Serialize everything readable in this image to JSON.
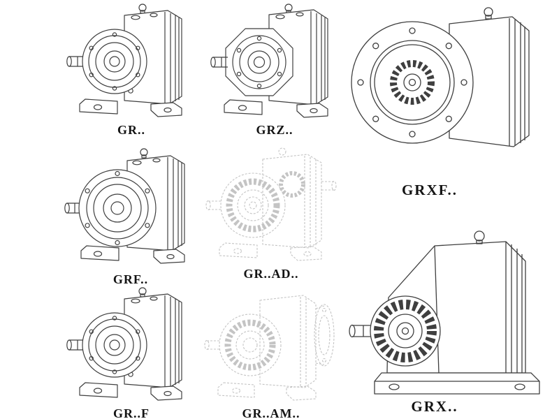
{
  "page": {
    "background": "#ffffff"
  },
  "colors": {
    "line": "#3f3f3f",
    "faded_line": "#c4c4c4",
    "label": "#141414"
  },
  "figures": [
    {
      "id": "gr",
      "label": "GR.."
    },
    {
      "id": "grz",
      "label": "GRZ.."
    },
    {
      "id": "grxf",
      "label": "GRXF.."
    },
    {
      "id": "grf",
      "label": "GRF.."
    },
    {
      "id": "grad",
      "label": "GR..AD.."
    },
    {
      "id": "grff",
      "label": "GR..F"
    },
    {
      "id": "gram",
      "label": "GR..AM.."
    },
    {
      "id": "grx",
      "label": "GRX.."
    }
  ]
}
